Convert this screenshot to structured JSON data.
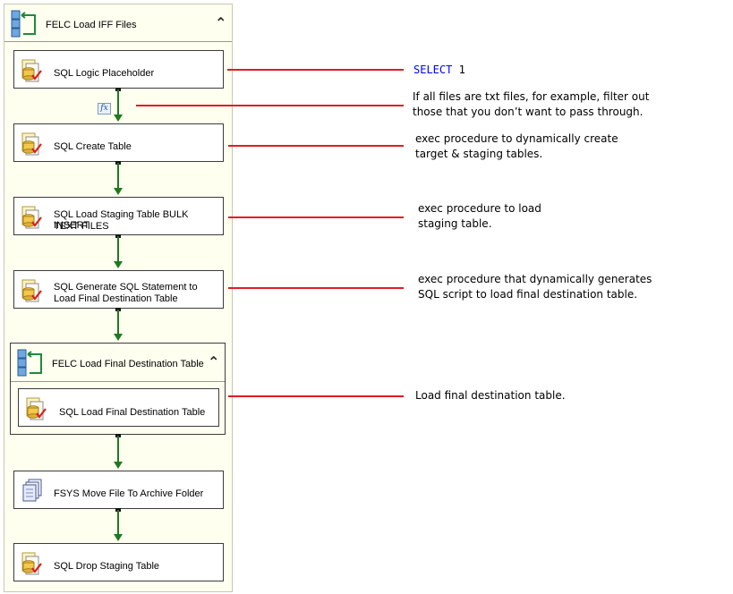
{
  "outer_container": {
    "title": "FELC Load IFF Files"
  },
  "tasks": {
    "sql_logic_placeholder": "SQL Logic Placeholder",
    "sql_create_table": "SQL Create Table",
    "sql_load_staging_line1": "SQL Load Staging Table BULK INSERT",
    "sql_load_staging_line2": "TEXT FILES",
    "sql_generate_line1": "SQL Generate SQL Statement to",
    "sql_generate_line2": "Load Final Destination Table",
    "fsys_move_file": "FSYS Move File To Archive Folder",
    "sql_drop_staging": "SQL Drop Staging Table"
  },
  "inner_container": {
    "title": "FELC Load Final Destination Table",
    "task": "SQL Load Final Destination Table"
  },
  "precedence_expression_label": "fx",
  "annotations": {
    "select_keyword": "SELECT",
    "select_value": "1",
    "filter_line1": "If all files are txt files, for example, filter out",
    "filter_line2": "those that you don’t want to pass through.",
    "create_line1": "exec procedure to dynamically create",
    "create_line2": "target & staging tables.",
    "load_line1": "exec procedure to load",
    "load_line2": "staging table.",
    "generate_line1": "exec procedure that dynamically generates",
    "generate_line2": "SQL script to load final destination table.",
    "final_line1": "Load final destination table."
  },
  "colors": {
    "annotation_line": "#e31b23",
    "connector": "#1e7a1e",
    "sql_keyword": "#0000ff",
    "container_background": "#fffff0"
  },
  "icons": {
    "container": "foreach-loop-container-icon",
    "sql_task": "execute-sql-task-icon",
    "file_task": "file-system-task-icon",
    "collapse": "double-chevron-up-icon"
  }
}
